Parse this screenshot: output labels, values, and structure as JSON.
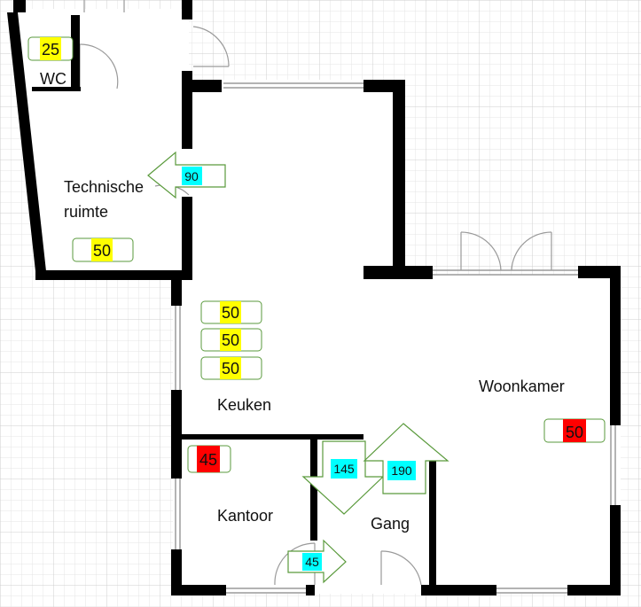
{
  "rooms": [
    {
      "name": "WC"
    },
    {
      "name": "Technische"
    },
    {
      "name": "ruimte"
    },
    {
      "name": "Keuken"
    },
    {
      "name": "Woonkamer"
    },
    {
      "name": "Kantoor"
    },
    {
      "name": "Gang"
    }
  ],
  "badges": [
    {
      "value": "25",
      "color": "#ffff00"
    },
    {
      "value": "50",
      "color": "#ffff00"
    },
    {
      "value": "50",
      "color": "#ffff00"
    },
    {
      "value": "50",
      "color": "#ffff00"
    },
    {
      "value": "50",
      "color": "#ffff00"
    },
    {
      "value": "45",
      "color": "#ff0000"
    },
    {
      "value": "50",
      "color": "#ff0000"
    }
  ],
  "arrows": [
    {
      "value": "90",
      "color": "#00ffff",
      "direction": "left"
    },
    {
      "value": "145",
      "color": "#00ffff",
      "direction": "down"
    },
    {
      "value": "190",
      "color": "#00ffff",
      "direction": "up"
    },
    {
      "value": "45",
      "color": "#00ffff",
      "direction": "right"
    }
  ],
  "colors": {
    "wall": "#000000",
    "arrow_outline": "#5a9a3c",
    "grid": "#dcdcdc",
    "window": "#9a9a9a"
  }
}
